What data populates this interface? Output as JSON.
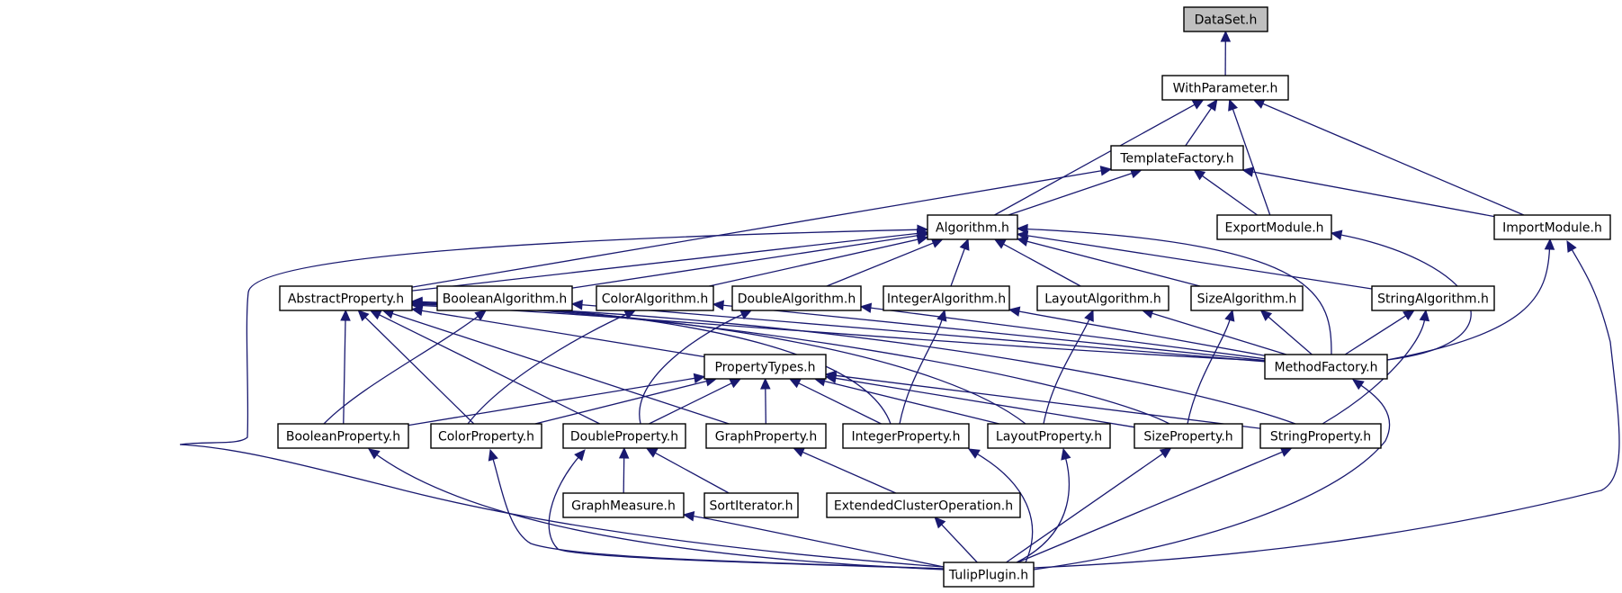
{
  "diagram": {
    "colors": {
      "edge": "#191970",
      "root_fill": "#bfbfbf",
      "node_fill": "#ffffff",
      "node_stroke": "#000000"
    },
    "nodes": [
      {
        "id": "dataset",
        "label": "DataSet.h",
        "root": true
      },
      {
        "id": "withparameter",
        "label": "WithParameter.h"
      },
      {
        "id": "templatefactory",
        "label": "TemplateFactory.h"
      },
      {
        "id": "algorithm",
        "label": "Algorithm.h"
      },
      {
        "id": "exportmodule",
        "label": "ExportModule.h"
      },
      {
        "id": "importmodule",
        "label": "ImportModule.h"
      },
      {
        "id": "abstractproperty",
        "label": "AbstractProperty.h"
      },
      {
        "id": "booleanalgorithm",
        "label": "BooleanAlgorithm.h"
      },
      {
        "id": "coloralgorithm",
        "label": "ColorAlgorithm.h"
      },
      {
        "id": "doublealgorithm",
        "label": "DoubleAlgorithm.h"
      },
      {
        "id": "integeralgorithm",
        "label": "IntegerAlgorithm.h"
      },
      {
        "id": "layoutalgorithm",
        "label": "LayoutAlgorithm.h"
      },
      {
        "id": "sizealgorithm",
        "label": "SizeAlgorithm.h"
      },
      {
        "id": "stringalgorithm",
        "label": "StringAlgorithm.h"
      },
      {
        "id": "propertytypes",
        "label": "PropertyTypes.h"
      },
      {
        "id": "methodfactory",
        "label": "MethodFactory.h"
      },
      {
        "id": "booleanproperty",
        "label": "BooleanProperty.h"
      },
      {
        "id": "colorproperty",
        "label": "ColorProperty.h"
      },
      {
        "id": "doubleproperty",
        "label": "DoubleProperty.h"
      },
      {
        "id": "graphproperty",
        "label": "GraphProperty.h"
      },
      {
        "id": "integerproperty",
        "label": "IntegerProperty.h"
      },
      {
        "id": "layoutproperty",
        "label": "LayoutProperty.h"
      },
      {
        "id": "sizeproperty",
        "label": "SizeProperty.h"
      },
      {
        "id": "stringproperty",
        "label": "StringProperty.h"
      },
      {
        "id": "graphmeasure",
        "label": "GraphMeasure.h"
      },
      {
        "id": "sortiterator",
        "label": "SortIterator.h"
      },
      {
        "id": "extendedclusteroperation",
        "label": "ExtendedClusterOperation.h"
      },
      {
        "id": "tulipplugin",
        "label": "TulipPlugin.h"
      }
    ],
    "edges": [
      {
        "from": "withparameter",
        "to": "dataset"
      },
      {
        "from": "templatefactory",
        "to": "withparameter"
      },
      {
        "from": "algorithm",
        "to": "withparameter"
      },
      {
        "from": "exportmodule",
        "to": "withparameter"
      },
      {
        "from": "importmodule",
        "to": "withparameter"
      },
      {
        "from": "algorithm",
        "to": "templatefactory"
      },
      {
        "from": "abstractproperty",
        "to": "templatefactory"
      },
      {
        "from": "exportmodule",
        "to": "templatefactory"
      },
      {
        "from": "importmodule",
        "to": "templatefactory"
      },
      {
        "from": "abstractproperty",
        "to": "algorithm"
      },
      {
        "from": "booleanalgorithm",
        "to": "algorithm"
      },
      {
        "from": "coloralgorithm",
        "to": "algorithm"
      },
      {
        "from": "doublealgorithm",
        "to": "algorithm"
      },
      {
        "from": "integeralgorithm",
        "to": "algorithm"
      },
      {
        "from": "layoutalgorithm",
        "to": "algorithm"
      },
      {
        "from": "sizealgorithm",
        "to": "algorithm"
      },
      {
        "from": "stringalgorithm",
        "to": "algorithm"
      },
      {
        "from": "methodfactory",
        "to": "algorithm"
      },
      {
        "from": "tulipplugin",
        "to": "algorithm"
      },
      {
        "from": "methodfactory",
        "to": "exportmodule"
      },
      {
        "from": "methodfactory",
        "to": "importmodule"
      },
      {
        "from": "tulipplugin",
        "to": "importmodule"
      },
      {
        "from": "booleanproperty",
        "to": "abstractproperty"
      },
      {
        "from": "colorproperty",
        "to": "abstractproperty"
      },
      {
        "from": "doubleproperty",
        "to": "abstractproperty"
      },
      {
        "from": "graphproperty",
        "to": "abstractproperty"
      },
      {
        "from": "integerproperty",
        "to": "abstractproperty"
      },
      {
        "from": "layoutproperty",
        "to": "abstractproperty"
      },
      {
        "from": "sizeproperty",
        "to": "abstractproperty"
      },
      {
        "from": "stringproperty",
        "to": "abstractproperty"
      },
      {
        "from": "propertytypes",
        "to": "abstractproperty"
      },
      {
        "from": "methodfactory",
        "to": "abstractproperty"
      },
      {
        "from": "methodfactory",
        "to": "booleanalgorithm"
      },
      {
        "from": "methodfactory",
        "to": "coloralgorithm"
      },
      {
        "from": "methodfactory",
        "to": "doublealgorithm"
      },
      {
        "from": "methodfactory",
        "to": "integeralgorithm"
      },
      {
        "from": "methodfactory",
        "to": "layoutalgorithm"
      },
      {
        "from": "methodfactory",
        "to": "sizealgorithm"
      },
      {
        "from": "methodfactory",
        "to": "stringalgorithm"
      },
      {
        "from": "booleanproperty",
        "to": "booleanalgorithm"
      },
      {
        "from": "colorproperty",
        "to": "coloralgorithm"
      },
      {
        "from": "doubleproperty",
        "to": "doublealgorithm"
      },
      {
        "from": "integerproperty",
        "to": "integeralgorithm"
      },
      {
        "from": "layoutproperty",
        "to": "layoutalgorithm"
      },
      {
        "from": "sizeproperty",
        "to": "sizealgorithm"
      },
      {
        "from": "stringproperty",
        "to": "stringalgorithm"
      },
      {
        "from": "booleanproperty",
        "to": "propertytypes"
      },
      {
        "from": "colorproperty",
        "to": "propertytypes"
      },
      {
        "from": "doubleproperty",
        "to": "propertytypes"
      },
      {
        "from": "graphproperty",
        "to": "propertytypes"
      },
      {
        "from": "integerproperty",
        "to": "propertytypes"
      },
      {
        "from": "layoutproperty",
        "to": "propertytypes"
      },
      {
        "from": "sizeproperty",
        "to": "propertytypes"
      },
      {
        "from": "stringproperty",
        "to": "propertytypes"
      },
      {
        "from": "tulipplugin",
        "to": "methodfactory"
      },
      {
        "from": "graphmeasure",
        "to": "doubleproperty"
      },
      {
        "from": "sortiterator",
        "to": "doubleproperty"
      },
      {
        "from": "tulipplugin",
        "to": "doubleproperty"
      },
      {
        "from": "extendedclusteroperation",
        "to": "graphproperty"
      },
      {
        "from": "tulipplugin",
        "to": "booleanproperty"
      },
      {
        "from": "tulipplugin",
        "to": "colorproperty"
      },
      {
        "from": "tulipplugin",
        "to": "integerproperty"
      },
      {
        "from": "tulipplugin",
        "to": "layoutproperty"
      },
      {
        "from": "tulipplugin",
        "to": "sizeproperty"
      },
      {
        "from": "tulipplugin",
        "to": "stringproperty"
      },
      {
        "from": "tulipplugin",
        "to": "graphmeasure"
      },
      {
        "from": "tulipplugin",
        "to": "extendedclusteroperation"
      }
    ]
  }
}
